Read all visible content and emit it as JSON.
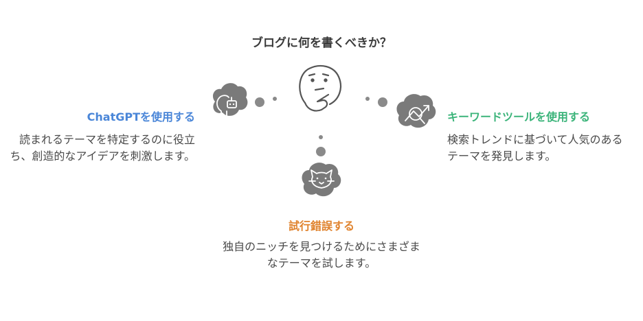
{
  "title": "ブログに何を書くべきか？",
  "center": {
    "icon": "thinking-face-icon"
  },
  "branches": {
    "left": {
      "label": "ChatGPTを使用する",
      "description": "読まれるテーマを特定するのに役立ち、創造的なアイデアを刺激します。",
      "icon": "robot-lightbulb-icon",
      "color": "#4a86d8"
    },
    "right": {
      "label": "キーワードツールを使用する",
      "description": "検索トレンドに基づいて人気のあるテーマを発見します。",
      "icon": "trend-search-icon",
      "color": "#3bb47a"
    },
    "bottom": {
      "label": "試行錯誤する",
      "description": "独自のニッチを見つけるためにさまざまなテーマを試します。",
      "icon": "cat-face-icon",
      "color": "#e0832e"
    }
  }
}
